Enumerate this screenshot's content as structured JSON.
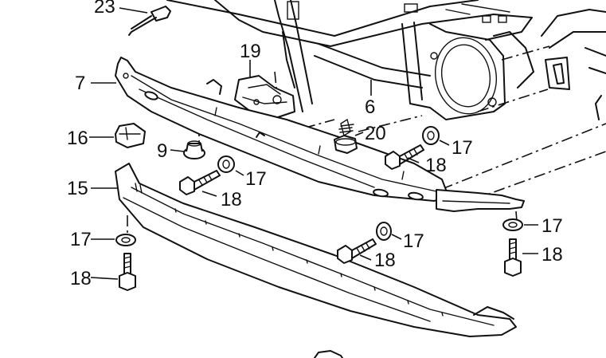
{
  "diagram": {
    "callouts": {
      "c23": "23",
      "c19": "19",
      "c7": "7",
      "c6": "6",
      "c20": "20",
      "c16": "16",
      "c9": "9",
      "c17a": "17",
      "c18a": "18",
      "c15": "15",
      "c17b": "17",
      "c18b": "18",
      "c17c": "17",
      "c18c": "18",
      "c17d": "17",
      "c18d": "18",
      "c17e": "17",
      "c18e": "18"
    }
  }
}
